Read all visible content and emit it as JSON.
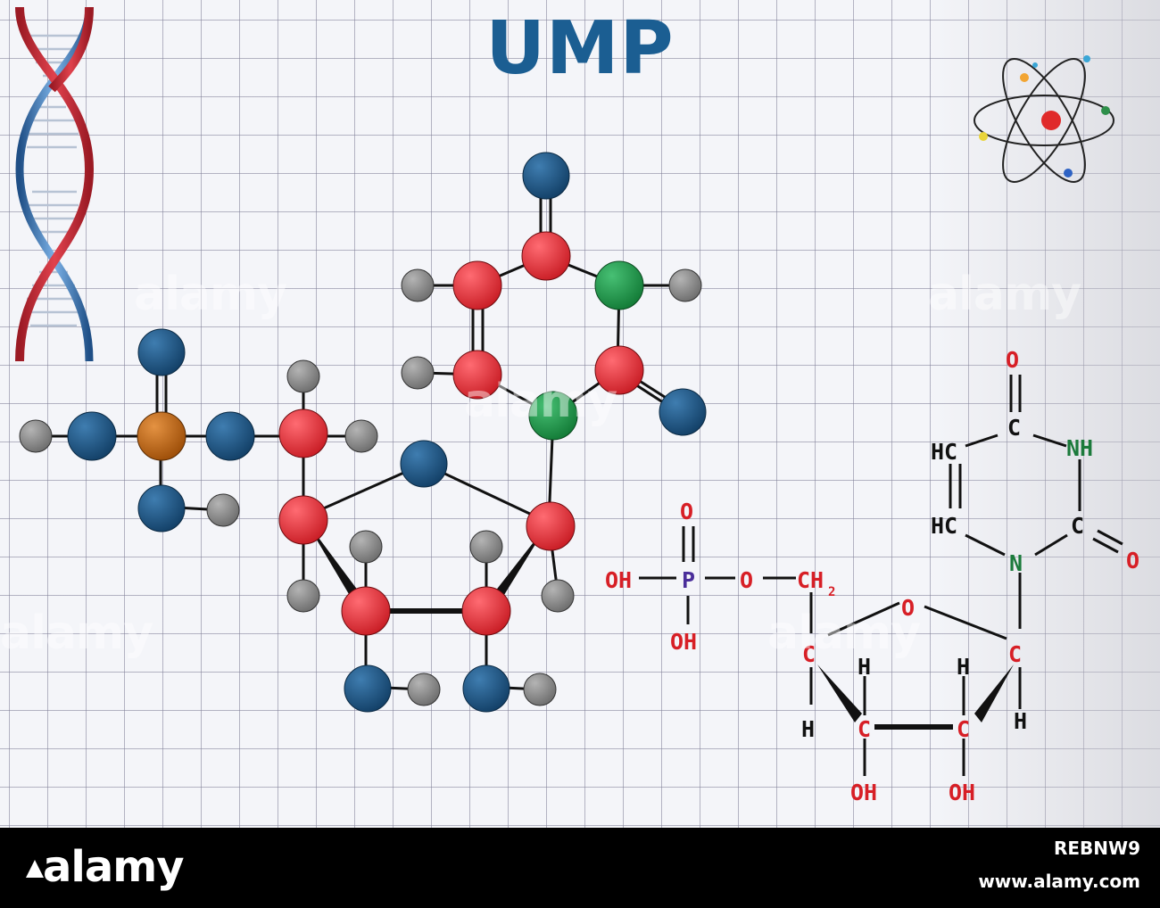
{
  "title": "UMP",
  "molecule_model": {
    "atom_colors": {
      "oxygen": "#1d5b8a",
      "carbon": "#e8323b",
      "nitrogen": "#1f9a4b",
      "phosphorus": "#c8690e",
      "hydrogen": "#8c8c8c"
    }
  },
  "structural_formula": {
    "labels": {
      "o_top": "O",
      "c4": "C",
      "hc5": "HC",
      "nh3": "NH",
      "hc6": "HC",
      "c2": "C",
      "o2": "O",
      "n1": "N",
      "o_p": "O",
      "p": "P",
      "oh_p1": "OH",
      "o_bridge": "O",
      "c5p": "CH",
      "c5p_sub": "2",
      "oh_p2": "OH",
      "o_ring": "O",
      "c4p": "C",
      "c1p": "C",
      "h4p": "H",
      "h3p": "H",
      "h2p": "H",
      "h1p": "H",
      "c3p": "C",
      "c2p": "C",
      "oh3p": "OH",
      "oh2p": "OH"
    },
    "colors": {
      "bond": "#111111",
      "heteroatom_red": "#d71f26",
      "nitrogen": "#1b7a3b",
      "phosphorus": "#4a2e9a"
    }
  },
  "footer": {
    "brand": "alamy",
    "image_id": "REBNW9",
    "site": "www.alamy.com",
    "watermark": "alamy"
  },
  "icons": [
    "dna-helix-icon",
    "atom-icon"
  ]
}
